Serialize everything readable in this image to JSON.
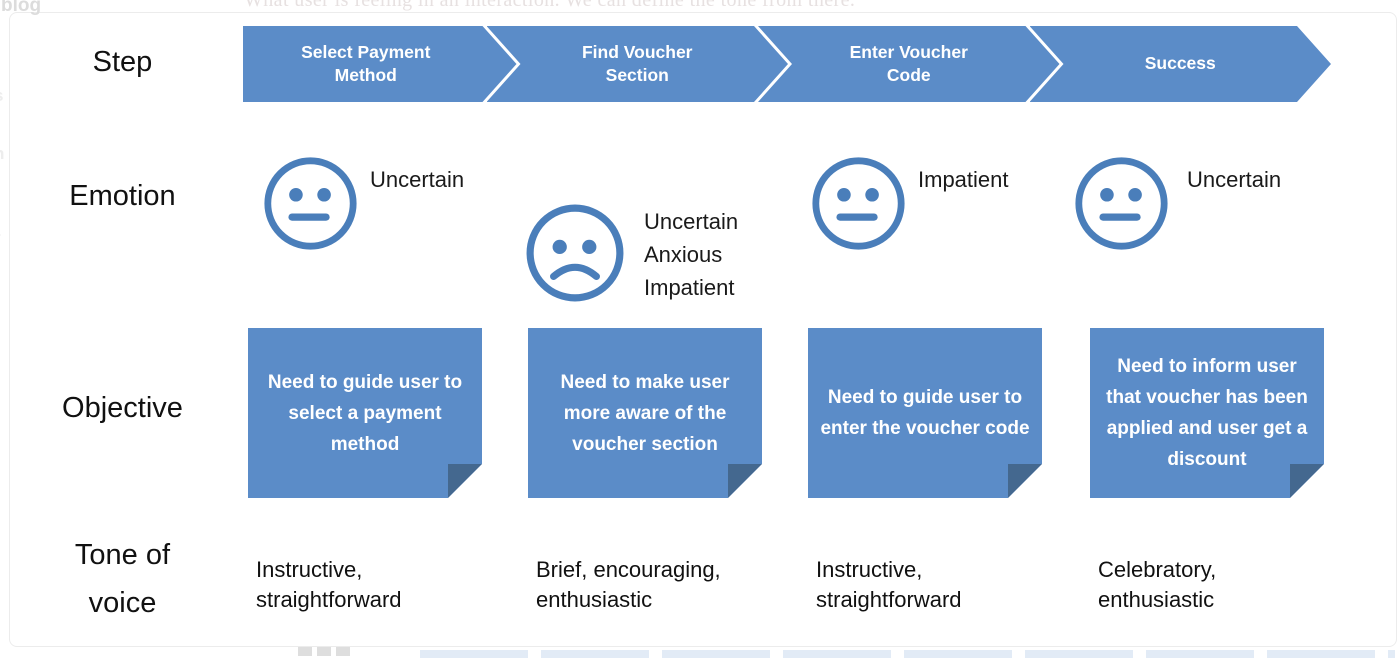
{
  "background": {
    "faded_top_text": "What user is feeling in an interaction. We can define the tone from there.",
    "left_fragments": [
      "blog",
      "s",
      "n",
      "r"
    ]
  },
  "colors": {
    "primary_blue": "#5b8cc8",
    "face_blue": "#4a7eba",
    "fold_blue": "#44688f"
  },
  "row_labels": {
    "step": "Step",
    "emotion": "Emotion",
    "objective": "Objective",
    "tone": "Tone of\nvoice"
  },
  "columns": [
    {
      "step": "Select Payment Method",
      "emotion_face": "neutral",
      "emotion_labels": "Uncertain",
      "objective": "Need to guide user to select a payment method",
      "tone": "Instructive,\nstraightforward"
    },
    {
      "step": "Find Voucher Section",
      "emotion_face": "sad",
      "emotion_labels": "Uncertain\nAnxious\nImpatient",
      "objective": "Need to make user more aware of the voucher section",
      "tone": "Brief, encouraging,\nenthusiastic"
    },
    {
      "step": "Enter Voucher Code",
      "emotion_face": "neutral",
      "emotion_labels": "Impatient",
      "objective": "Need to guide user to enter the voucher code",
      "tone": "Instructive,\nstraightforward"
    },
    {
      "step": "Success",
      "emotion_face": "neutral",
      "emotion_labels": "Uncertain",
      "objective": "Need to inform user that voucher has been applied and user get a discount",
      "tone": "Celebratory,\nenthusiastic"
    }
  ]
}
